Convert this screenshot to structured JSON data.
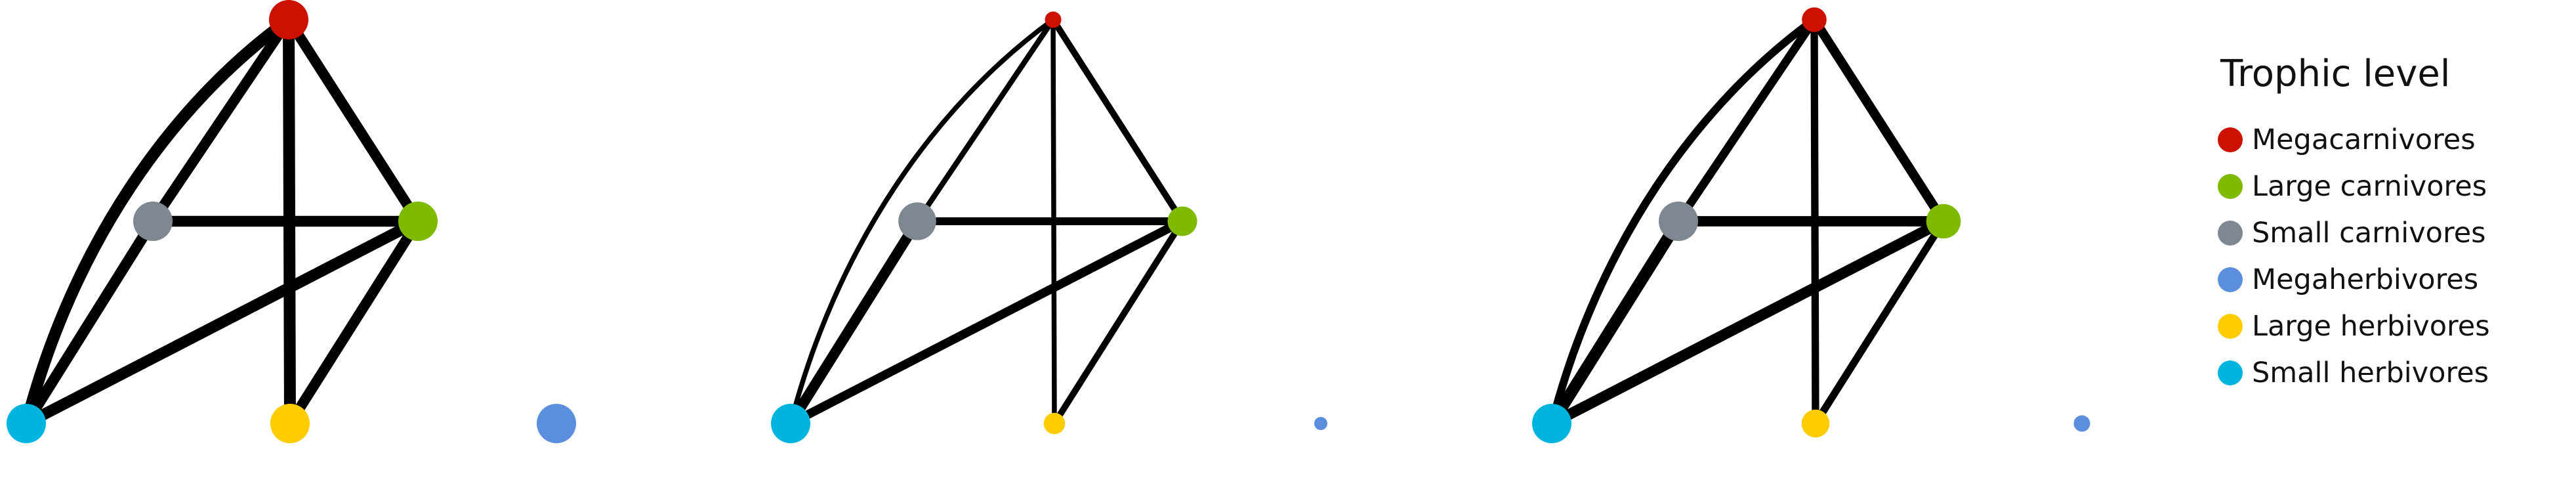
{
  "legend": {
    "title": "Trophic level",
    "items": [
      {
        "label": "Megacarnivores",
        "color": "#cc1100"
      },
      {
        "label": "Large carnivores",
        "color": "#7fba00"
      },
      {
        "label": "Small carnivores",
        "color": "#7f8790"
      },
      {
        "label": "Megaherbivores",
        "color": "#5b8fde"
      },
      {
        "label": "Large herbivores",
        "color": "#ffcc00"
      },
      {
        "label": "Small herbivores",
        "color": "#00b4e0"
      }
    ]
  },
  "networks": [
    {
      "nodes": [
        {
          "id": "megacarnivores",
          "size": 1.0
        },
        {
          "id": "large-carnivores",
          "size": 1.0
        },
        {
          "id": "small-carnivores",
          "size": 1.0
        },
        {
          "id": "megaherbivores",
          "size": 1.0
        },
        {
          "id": "large-herbivores",
          "size": 1.0
        },
        {
          "id": "small-herbivores",
          "size": 1.0
        }
      ],
      "edges": [
        {
          "from": "megacarnivores",
          "to": "small-herbivores",
          "weight": 1.0,
          "curved": true
        },
        {
          "from": "megacarnivores",
          "to": "small-carnivores",
          "weight": 0.85
        },
        {
          "from": "megacarnivores",
          "to": "large-carnivores",
          "weight": 0.85
        },
        {
          "from": "megacarnivores",
          "to": "large-herbivores",
          "weight": 1.0
        },
        {
          "from": "small-carnivores",
          "to": "large-carnivores",
          "weight": 0.9
        },
        {
          "from": "small-carnivores",
          "to": "small-herbivores",
          "weight": 0.9
        },
        {
          "from": "large-carnivores",
          "to": "small-herbivores",
          "weight": 0.95
        },
        {
          "from": "large-carnivores",
          "to": "large-herbivores",
          "weight": 0.85
        }
      ]
    },
    {
      "nodes": [
        {
          "id": "megacarnivores",
          "size": 0.3
        },
        {
          "id": "large-carnivores",
          "size": 0.7
        },
        {
          "id": "small-carnivores",
          "size": 0.95
        },
        {
          "id": "megaherbivores",
          "size": 0.2
        },
        {
          "id": "large-herbivores",
          "size": 0.45
        },
        {
          "id": "small-herbivores",
          "size": 1.0
        }
      ],
      "edges": [
        {
          "from": "megacarnivores",
          "to": "small-herbivores",
          "weight": 0.3,
          "curved": true
        },
        {
          "from": "megacarnivores",
          "to": "small-carnivores",
          "weight": 0.35
        },
        {
          "from": "megacarnivores",
          "to": "large-carnivores",
          "weight": 0.45
        },
        {
          "from": "megacarnivores",
          "to": "large-herbivores",
          "weight": 0.3
        },
        {
          "from": "small-carnivores",
          "to": "large-carnivores",
          "weight": 0.6
        },
        {
          "from": "small-carnivores",
          "to": "small-herbivores",
          "weight": 0.85
        },
        {
          "from": "large-carnivores",
          "to": "small-herbivores",
          "weight": 0.7
        },
        {
          "from": "large-carnivores",
          "to": "large-herbivores",
          "weight": 0.45
        }
      ]
    },
    {
      "nodes": [
        {
          "id": "megacarnivores",
          "size": 0.55
        },
        {
          "id": "large-carnivores",
          "size": 0.85
        },
        {
          "id": "small-carnivores",
          "size": 1.0
        },
        {
          "id": "megaherbivores",
          "size": 0.3
        },
        {
          "id": "large-herbivores",
          "size": 0.65
        },
        {
          "id": "small-herbivores",
          "size": 1.0
        }
      ],
      "edges": [
        {
          "from": "megacarnivores",
          "to": "small-herbivores",
          "weight": 0.6,
          "curved": true
        },
        {
          "from": "megacarnivores",
          "to": "small-carnivores",
          "weight": 0.65
        },
        {
          "from": "megacarnivores",
          "to": "large-carnivores",
          "weight": 0.75
        },
        {
          "from": "megacarnivores",
          "to": "large-herbivores",
          "weight": 0.55
        },
        {
          "from": "small-carnivores",
          "to": "large-carnivores",
          "weight": 0.85
        },
        {
          "from": "small-carnivores",
          "to": "small-herbivores",
          "weight": 1.0
        },
        {
          "from": "large-carnivores",
          "to": "small-herbivores",
          "weight": 0.9
        },
        {
          "from": "large-carnivores",
          "to": "large-herbivores",
          "weight": 0.55
        }
      ]
    }
  ]
}
